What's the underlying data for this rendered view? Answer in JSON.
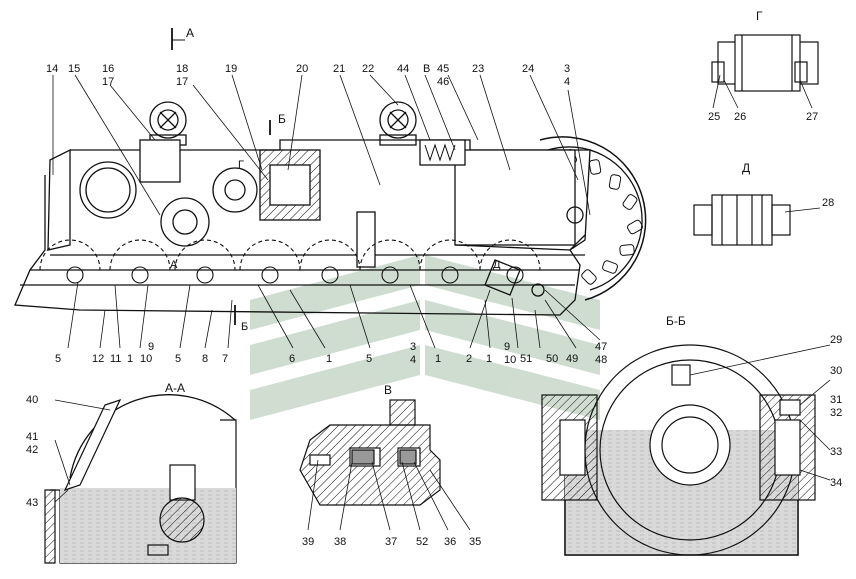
{
  "callouts": {
    "c1": "1",
    "c2": "2",
    "c3": "3",
    "c4": "4",
    "c5": "5",
    "c6": "6",
    "c7": "7",
    "c8": "8",
    "c9": "9",
    "c10": "10",
    "c11": "11",
    "c12": "12",
    "c14": "14",
    "c15": "15",
    "c16": "16",
    "c17": "17",
    "c18": "18",
    "c19": "19",
    "c20": "20",
    "c21": "21",
    "c22": "22",
    "c23": "23",
    "c24": "24",
    "c25": "25",
    "c26": "26",
    "c27": "27",
    "c28": "28",
    "c29": "29",
    "c30": "30",
    "c31": "31",
    "c32": "32",
    "c33": "33",
    "c34": "34",
    "c35": "35",
    "c36": "36",
    "c37": "37",
    "c38": "38",
    "c39": "39",
    "c40": "40",
    "c41": "41",
    "c42": "42",
    "c43": "43",
    "c44": "44",
    "c45": "45",
    "c46": "46",
    "c47": "47",
    "c48": "48",
    "c49": "49",
    "c50": "50",
    "c51": "51",
    "c52": "52"
  },
  "section_marks": {
    "a": "А",
    "b": "Б",
    "v": "В",
    "g": "Г",
    "d": "Д"
  },
  "view_titles": {
    "aa": "А-А",
    "bb": "Б-Б",
    "v": "В",
    "g": "Г",
    "d": "Д"
  },
  "colors": {
    "ink": "#111111",
    "liquid": "#cfcfcf",
    "watermark": "#a9c1aa"
  }
}
